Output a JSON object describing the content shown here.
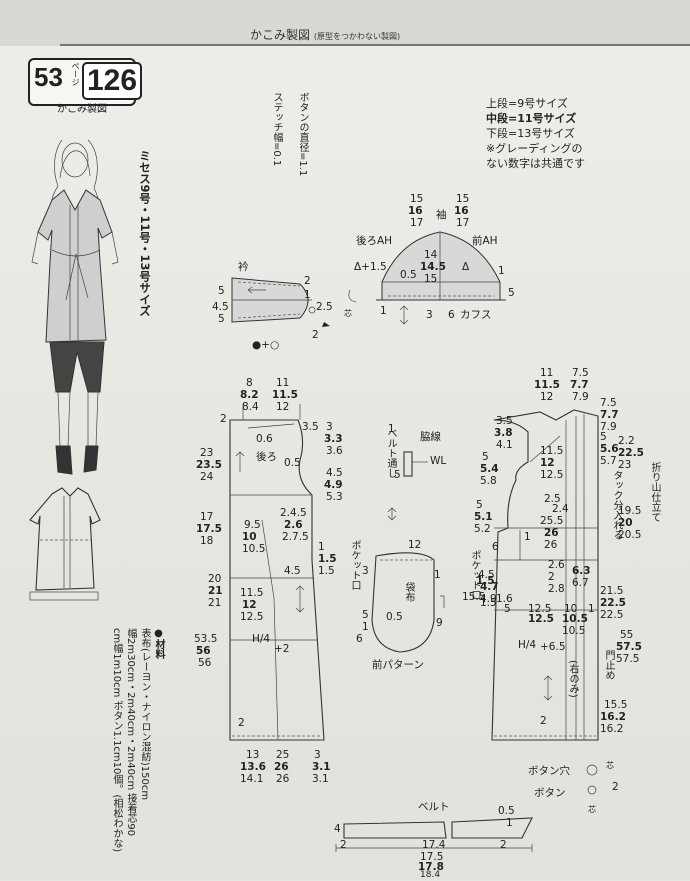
{
  "header": {
    "title": "かこみ製図",
    "subtitle": "(原型をつかわない製図)"
  },
  "badge": {
    "page_ref": "53",
    "page_unit": "ページ",
    "number": "126",
    "caption": "かこみ製図"
  },
  "sizes_vertical": "ミセス9号・11号・13号サイズ",
  "legend": {
    "line1": "上段=9号サイズ",
    "line2": "中段=11号サイズ",
    "line3": "下段=13号サイズ",
    "line4": "※グレーディングの",
    "line5": "ない数字は共通です"
  },
  "notes": {
    "button_note": "ボタンの直径=1.1",
    "stitch_note": "ステッチ幅=0.1"
  },
  "labels": {
    "sleeve": "袖",
    "back_ah": "後ろAH",
    "front_ah": "前AH",
    "cuffs": "カフス",
    "collar": "衿",
    "back": "後ろ",
    "belt_loop": "ベルト通し",
    "wl": "WL",
    "waist_line": "脇線",
    "pocket_mouth": "ポケット口",
    "pocket_cloth": "袋布",
    "front_pattern": "前パターン",
    "front_pocket_mouth": "ポケット口",
    "right_front": "(右のみ)",
    "tuck": "タック分入れる",
    "fold": "折り山仕立て",
    "stopper": "門止め",
    "button_hole": "ボタン穴",
    "button": "ボタン",
    "interfacing": "芯",
    "belt": "ベルト",
    "h4": "H/4",
    "plus2": "+2",
    "plus65": "+6.5"
  },
  "materials": {
    "heading": "●材料",
    "line1": "表布(レーヨン・ナイロン混紡)150cm",
    "line2": "幅2m30cm・2m40cm・2m40cm 接着芯90",
    "line3": "cm幅1m10cm ボタン1.1cm10個。(相松わかな)"
  },
  "measurements": {
    "sleeve_top": [
      "15",
      "16",
      "17",
      "15",
      "16",
      "17"
    ],
    "sleeve_body": [
      "14",
      "14.5",
      "15",
      "Δ+1.5",
      "0.5",
      "Δ",
      "1",
      "5",
      "1",
      "3",
      "6"
    ],
    "collar": [
      "5",
      "4.5",
      "5",
      "2",
      "2.5",
      "1",
      "2",
      "●+○"
    ],
    "back_top": [
      "8",
      "8.2",
      "8.4",
      "11",
      "11.5",
      "12",
      "2",
      "3.5",
      "3",
      "3.3",
      "3.6",
      "0.6",
      "0.5",
      "4.5",
      "4.9",
      "5.3",
      "23",
      "23.5",
      "24",
      "17",
      "17.5",
      "18",
      "9.5",
      "10",
      "10.5",
      "2.4.5",
      "2.6",
      "2.7.5",
      "1",
      "1.5",
      "1.5",
      "20",
      "21",
      "21",
      "11.5",
      "12",
      "12.5",
      "4.5",
      "53.5",
      "56",
      "56",
      "2",
      "13",
      "13.6",
      "14.1",
      "25",
      "26",
      "26",
      "3",
      "3.1",
      "3.1"
    ],
    "belt_loop": [
      "1",
      "5"
    ],
    "pocket": [
      "12",
      "3",
      "0.5",
      "5",
      "1",
      "6",
      "9",
      "1"
    ],
    "front_top": [
      "11",
      "11.5",
      "12",
      "7.5",
      "7.7",
      "7.9",
      "7.5",
      "7.7",
      "7.9",
      "3.5",
      "3.8",
      "4.1",
      "5",
      "5.4",
      "5.8",
      "11.5",
      "12",
      "12.5",
      "5",
      "5.1",
      "5.2",
      "2.5",
      "2.4",
      "25.5",
      "26",
      "26",
      "1",
      "6",
      "4.5",
      "4.7",
      "4.9",
      "1.5",
      "1.5",
      "15.5",
      "1.6",
      "5",
      "12.5",
      "12.5",
      "10",
      "10.5",
      "10.5",
      "1",
      "2",
      "5",
      "5.6",
      "5.7",
      "2.2",
      "22.5",
      "23",
      "19.5",
      "20",
      "20.5",
      "21.5",
      "22.5",
      "22.5",
      "55",
      "57.5",
      "57.5",
      "15.5",
      "16.2",
      "16.2",
      "2.6",
      "2.8",
      "6.3",
      "6.7",
      "2",
      "2"
    ],
    "belt": [
      "4",
      "2",
      "17.4",
      "2",
      "0.5",
      "1",
      "17.5",
      "17.8",
      "18.4"
    ]
  },
  "colors": {
    "ink": "#222222",
    "paper": "#efeeea",
    "header_band": "#d9d8d4",
    "fabric_fill": "#d8d8d8"
  }
}
